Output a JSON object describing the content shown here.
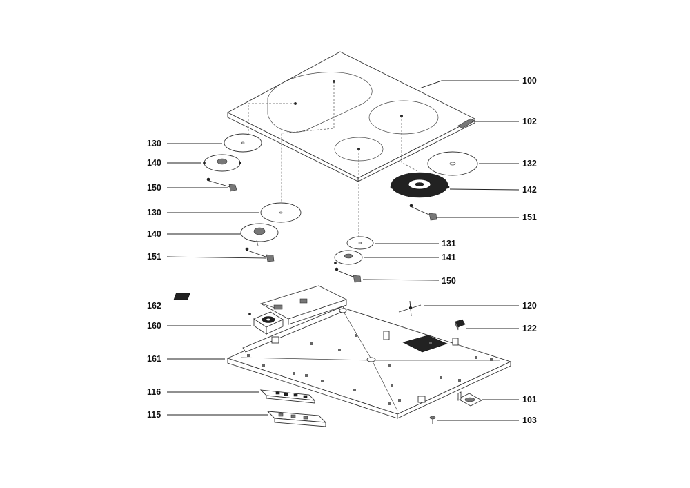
{
  "callouts": [
    {
      "id": "c100",
      "label": "100"
    },
    {
      "id": "c102",
      "label": "102"
    },
    {
      "id": "c132",
      "label": "132"
    },
    {
      "id": "c142",
      "label": "142"
    },
    {
      "id": "c151r",
      "label": "151"
    },
    {
      "id": "c131",
      "label": "131"
    },
    {
      "id": "c141",
      "label": "141"
    },
    {
      "id": "c150r",
      "label": "150"
    },
    {
      "id": "c120",
      "label": "120"
    },
    {
      "id": "c122",
      "label": "122"
    },
    {
      "id": "c101",
      "label": "101"
    },
    {
      "id": "c103",
      "label": "103"
    },
    {
      "id": "c130a",
      "label": "130"
    },
    {
      "id": "c140a",
      "label": "140"
    },
    {
      "id": "c150l",
      "label": "150"
    },
    {
      "id": "c130b",
      "label": "130"
    },
    {
      "id": "c140b",
      "label": "140"
    },
    {
      "id": "c151l",
      "label": "151"
    },
    {
      "id": "c162",
      "label": "162"
    },
    {
      "id": "c160",
      "label": "160"
    },
    {
      "id": "c161",
      "label": "161"
    },
    {
      "id": "c116",
      "label": "116"
    },
    {
      "id": "c115",
      "label": "115"
    }
  ]
}
